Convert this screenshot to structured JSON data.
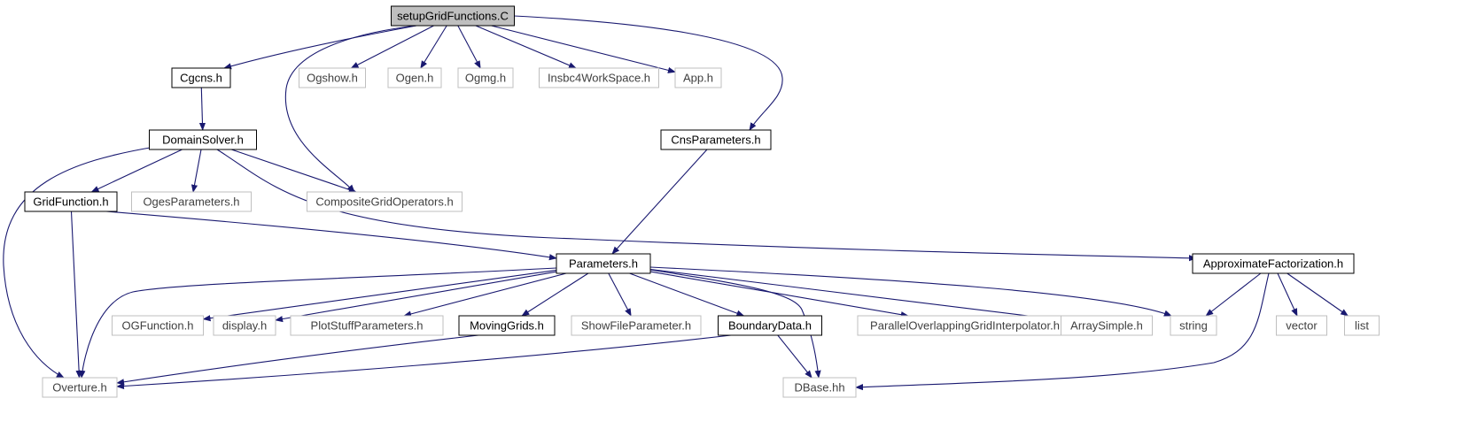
{
  "colors": {
    "edge": "#191970",
    "strong_border": "#000000",
    "weak_border": "#bfbfbf",
    "root_fill": "#bfbfbf",
    "strong_text": "#000000",
    "weak_text": "#404040"
  },
  "nodes": {
    "root": {
      "label": "setupGridFunctions.C",
      "kind": "root"
    },
    "cgcns": {
      "label": "Cgcns.h",
      "kind": "strong"
    },
    "ogshow": {
      "label": "Ogshow.h",
      "kind": "weak"
    },
    "ogen": {
      "label": "Ogen.h",
      "kind": "weak"
    },
    "ogmg": {
      "label": "Ogmg.h",
      "kind": "weak"
    },
    "insbc": {
      "label": "Insbc4WorkSpace.h",
      "kind": "weak"
    },
    "app": {
      "label": "App.h",
      "kind": "weak"
    },
    "domain": {
      "label": "DomainSolver.h",
      "kind": "strong"
    },
    "cnsparams": {
      "label": "CnsParameters.h",
      "kind": "strong"
    },
    "gridfunc": {
      "label": "GridFunction.h",
      "kind": "strong"
    },
    "oges": {
      "label": "OgesParameters.h",
      "kind": "weak"
    },
    "cgops": {
      "label": "CompositeGridOperators.h",
      "kind": "weak"
    },
    "params": {
      "label": "Parameters.h",
      "kind": "strong"
    },
    "approx": {
      "label": "ApproximateFactorization.h",
      "kind": "strong"
    },
    "ogfunc": {
      "label": "OGFunction.h",
      "kind": "weak"
    },
    "display": {
      "label": "display.h",
      "kind": "weak"
    },
    "plotstuff": {
      "label": "PlotStuffParameters.h",
      "kind": "weak"
    },
    "moving": {
      "label": "MovingGrids.h",
      "kind": "strong"
    },
    "showfile": {
      "label": "ShowFileParameter.h",
      "kind": "weak"
    },
    "boundary": {
      "label": "BoundaryData.h",
      "kind": "strong"
    },
    "pogi": {
      "label": "ParallelOverlappingGridInterpolator.h",
      "kind": "weak"
    },
    "arraysimple": {
      "label": "ArraySimple.h",
      "kind": "weak"
    },
    "string": {
      "label": "string",
      "kind": "weak"
    },
    "vector": {
      "label": "vector",
      "kind": "weak"
    },
    "list": {
      "label": "list",
      "kind": "weak"
    },
    "overture": {
      "label": "Overture.h",
      "kind": "weak"
    },
    "dbase": {
      "label": "DBase.hh",
      "kind": "weak"
    }
  },
  "edges": [
    {
      "from": "root",
      "to": "cgcns"
    },
    {
      "from": "root",
      "to": "cgops"
    },
    {
      "from": "root",
      "to": "ogshow"
    },
    {
      "from": "root",
      "to": "ogen"
    },
    {
      "from": "root",
      "to": "ogmg"
    },
    {
      "from": "root",
      "to": "insbc"
    },
    {
      "from": "root",
      "to": "app"
    },
    {
      "from": "root",
      "to": "cnsparams"
    },
    {
      "from": "cgcns",
      "to": "domain"
    },
    {
      "from": "domain",
      "to": "overture"
    },
    {
      "from": "domain",
      "to": "gridfunc"
    },
    {
      "from": "domain",
      "to": "oges"
    },
    {
      "from": "domain",
      "to": "cgops"
    },
    {
      "from": "domain",
      "to": "approx"
    },
    {
      "from": "cnsparams",
      "to": "params"
    },
    {
      "from": "gridfunc",
      "to": "overture"
    },
    {
      "from": "gridfunc",
      "to": "params"
    },
    {
      "from": "params",
      "to": "overture"
    },
    {
      "from": "params",
      "to": "ogfunc"
    },
    {
      "from": "params",
      "to": "display"
    },
    {
      "from": "params",
      "to": "plotstuff"
    },
    {
      "from": "params",
      "to": "moving"
    },
    {
      "from": "params",
      "to": "showfile"
    },
    {
      "from": "params",
      "to": "boundary"
    },
    {
      "from": "params",
      "to": "dbase"
    },
    {
      "from": "params",
      "to": "pogi"
    },
    {
      "from": "params",
      "to": "arraysimple"
    },
    {
      "from": "params",
      "to": "string"
    },
    {
      "from": "approx",
      "to": "string"
    },
    {
      "from": "approx",
      "to": "dbase"
    },
    {
      "from": "approx",
      "to": "vector"
    },
    {
      "from": "approx",
      "to": "list"
    },
    {
      "from": "moving",
      "to": "overture"
    },
    {
      "from": "boundary",
      "to": "overture"
    },
    {
      "from": "boundary",
      "to": "dbase"
    }
  ]
}
